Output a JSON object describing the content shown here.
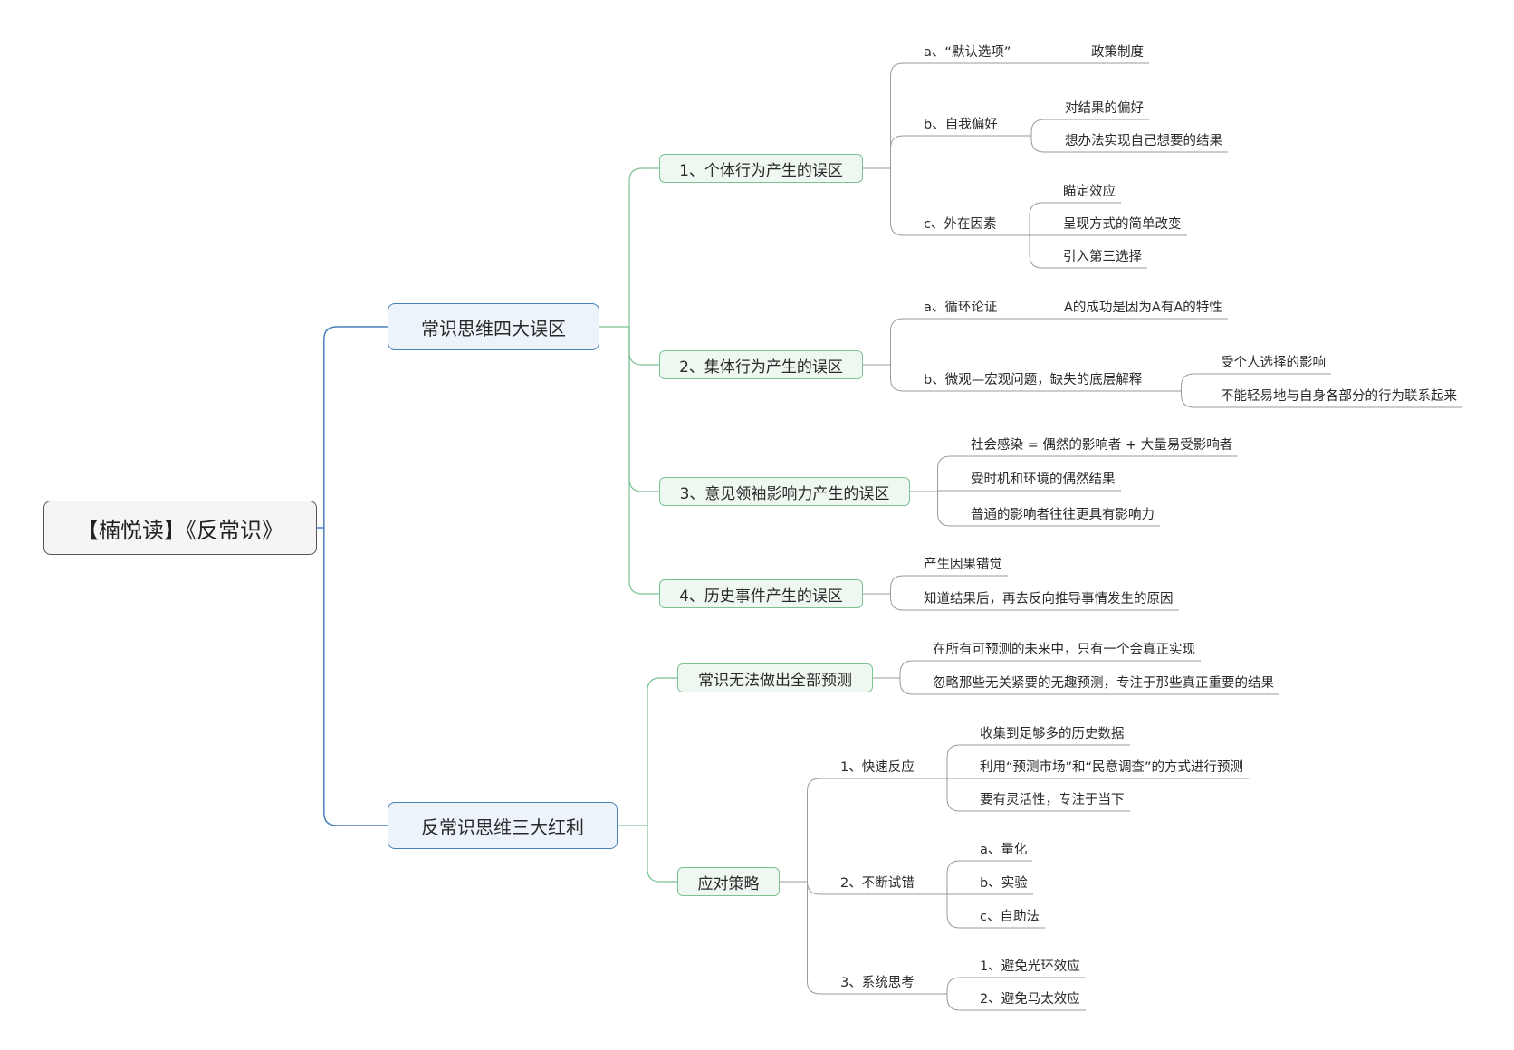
{
  "title": "【楠悦读】《反常识》",
  "colors": {
    "main_line": "#4a7fb5",
    "sub_line": "#7cc394",
    "leaf_line": "#9b9b9b"
  },
  "branches": [
    {
      "label": "常识思维四大误区",
      "children": [
        {
          "label": "1、个体行为产生的误区",
          "children": [
            {
              "label": "a、“默认选项”",
              "children": [
                {
                  "label": "政策制度"
                }
              ]
            },
            {
              "label": "b、自我偏好",
              "children": [
                {
                  "label": "对结果的偏好"
                },
                {
                  "label": "想办法实现自己想要的结果"
                }
              ]
            },
            {
              "label": "c、外在因素",
              "children": [
                {
                  "label": "瞄定效应"
                },
                {
                  "label": "呈现方式的简单改变"
                },
                {
                  "label": "引入第三选择"
                }
              ]
            }
          ]
        },
        {
          "label": "2、集体行为产生的误区",
          "children": [
            {
              "label": "a、循环论证",
              "children": [
                {
                  "label": "A的成功是因为A有A的特性"
                }
              ]
            },
            {
              "label": "b、微观—宏观问题，缺失的底层解释",
              "children": [
                {
                  "label": "受个人选择的影响"
                },
                {
                  "label": "不能轻易地与自身各部分的行为联系起来"
                }
              ]
            }
          ]
        },
        {
          "label": "3、意见领袖影响力产生的误区",
          "children": [
            {
              "label": "社会感染 = 偶然的影响者 + 大量易受影响者"
            },
            {
              "label": "受时机和环境的偶然结果"
            },
            {
              "label": "普通的影响者往往更具有影响力"
            }
          ]
        },
        {
          "label": "4、历史事件产生的误区",
          "children": [
            {
              "label": "产生因果错觉"
            },
            {
              "label": "知道结果后，再去反向推导事情发生的原因"
            }
          ]
        }
      ]
    },
    {
      "label": "反常识思维三大红利",
      "children": [
        {
          "label": "常识无法做出全部预测",
          "children": [
            {
              "label": "在所有可预测的未来中，只有一个会真正实现"
            },
            {
              "label": "忽略那些无关紧要的无趣预测，专注于那些真正重要的结果"
            }
          ]
        },
        {
          "label": "应对策略",
          "children": [
            {
              "label": "1、快速反应",
              "children": [
                {
                  "label": "收集到足够多的历史数据"
                },
                {
                  "label": "利用“预测市场”和“民意调查”的方式进行预测"
                },
                {
                  "label": "要有灵活性，专注于当下"
                }
              ]
            },
            {
              "label": "2、不断试错",
              "children": [
                {
                  "label": "a、量化"
                },
                {
                  "label": "b、实验"
                },
                {
                  "label": "c、自助法"
                }
              ]
            },
            {
              "label": "3、系统思考",
              "children": [
                {
                  "label": "1、避免光环效应"
                },
                {
                  "label": "2、避免马太效应"
                }
              ]
            }
          ]
        }
      ]
    }
  ]
}
